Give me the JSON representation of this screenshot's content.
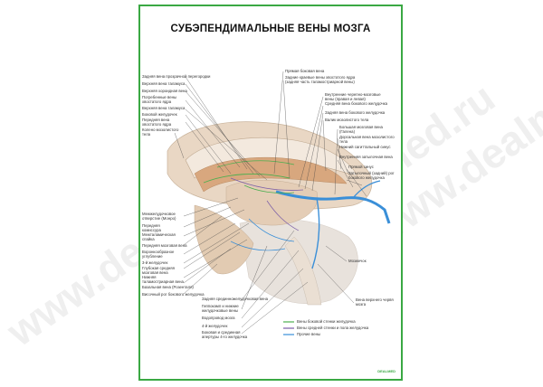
{
  "title": "СУБЭПЕНДИМАЛЬНЫЕ ВЕНЫ МОЗГА",
  "labels_left": [
    "Задняя вена прозрачной перегородки",
    "Верхняя вена таламуса",
    "Верхняя хороидная вена",
    "Погребенные вены хвостатого ядра",
    "Верхняя вена таламуса",
    "Боковой желудочек",
    "Передняя вена хвостатого ядра",
    "Колено мозолистого тела",
    "Межжелудочковое отверстие (Монро)",
    "Передняя комиссура",
    "Межталамическая спайка",
    "Передняя мозговая вена",
    "Воронкообразное углубление",
    "3-й желудочек",
    "Глубокая средняя мозговая вена",
    "Нижняя таламостриарная вена",
    "Базальная вена (Розенталя)",
    "Височный рог бокового желудочка"
  ],
  "labels_right": [
    "Прямая боковая вена",
    "Задние краевые вены хвостатого ядра (задняя часть таламостриарной вены)",
    "Внутренние черепно-мозговые вены (правая и левая)",
    "Средняя вена бокового желудочка",
    "Задняя вена бокового желудочка",
    "Валик мозолистого тела",
    "Большая мозговая вена (Галена)",
    "Дорсальная вена мозолистого тела",
    "Нижний сагиттальный синус",
    "Внутренняя затылочная вена",
    "Прямой синус",
    "Затылочный (задний) рог бокового желудочка",
    "Мозжечок",
    "Вена верхнего червя мозга"
  ],
  "labels_bottom": [
    "Задняя срединножелудочковая вена",
    "Гиппокамп и нижние желудочковые вены",
    "Водопровод мозга",
    "4-й желудочек",
    "Боковая и срединная апертуры 4-го желудочка"
  ],
  "legend": [
    {
      "label": "Вены боковой стенки желудочка",
      "color": "#4caf50"
    },
    {
      "label": "Вены средней стенки и пола желудочка",
      "color": "#7b5ea7"
    },
    {
      "label": "Прочие вены",
      "color": "#3a8fd8"
    }
  ],
  "watermark": "www.dealmed.ru",
  "logo": "DEALMED"
}
